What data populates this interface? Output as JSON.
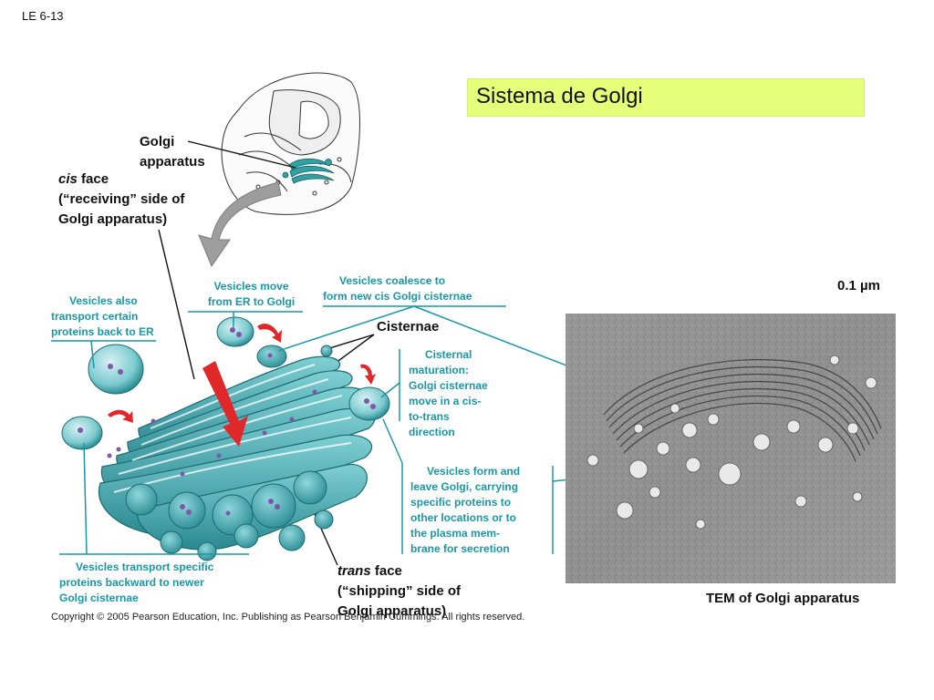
{
  "slide_code": "LE 6-13",
  "title": "Sistema de Golgi",
  "labels": {
    "golgi_apparatus_1": "Golgi",
    "golgi_apparatus_2": "apparatus",
    "cis_face_1a": "cis",
    "cis_face_1b": " face",
    "cis_face_2": "(“receiving” side of",
    "cis_face_3": "Golgi apparatus)",
    "cisternae": "Cisternae",
    "trans_face_1a": "trans",
    "trans_face_1b": " face",
    "trans_face_2": "(“shipping” side of",
    "trans_face_3": "Golgi apparatus)",
    "scale_bar": "0.1 µm",
    "tem_caption": "TEM of Golgi apparatus"
  },
  "callouts": {
    "vesicles_move": [
      "Vesicles move",
      "from ER to Golgi"
    ],
    "vesicles_also": [
      "Vesicles also",
      "transport certain",
      "proteins back to ER"
    ],
    "vesicles_coalesce": [
      "Vesicles coalesce to",
      "form new cis Golgi cisternae"
    ],
    "cisternal_maturation": [
      "Cisternal",
      "maturation:",
      "Golgi cisternae",
      "move in a cis-",
      "to-trans",
      "direction"
    ],
    "vesicles_form": [
      "Vesicles form and",
      "leave Golgi, carrying",
      "specific proteins to",
      "other locations or to",
      "the plasma mem-",
      "brane for secretion"
    ],
    "vesicles_transport": [
      "Vesicles transport specific",
      "proteins backward to newer",
      "Golgi cisternae"
    ]
  },
  "copyright": "Copyright © 2005 Pearson Education, Inc. Publishing as Pearson Benjamin Cummings. All rights reserved.",
  "colors": {
    "title_bg": "#e5ff7a",
    "callout_teal": "#1a97a8",
    "golgi_fill": "#3fa5a8",
    "arrow_red": "#e0282a"
  }
}
